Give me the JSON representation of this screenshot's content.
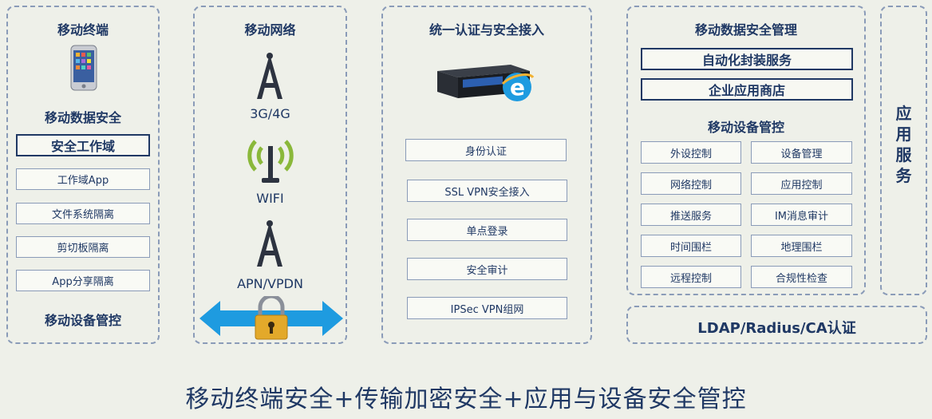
{
  "terminal": {
    "title": "移动终端",
    "data_security": "移动数据安全",
    "workspace": "安全工作域",
    "items": [
      "工作域App",
      "文件系统隔离",
      "剪切板隔离",
      "App分享隔离"
    ],
    "device_mgmt": "移动设备管控",
    "icon": "smartphone-icon"
  },
  "network": {
    "title": "移动网络",
    "items": [
      "3G/4G",
      "WIFI",
      "APN/VPDN"
    ],
    "icons": [
      "cell-tower-icon",
      "wifi-antenna-icon",
      "cell-tower-icon",
      "padlock-arrow-icon"
    ]
  },
  "auth": {
    "title": "统一认证与安全接入",
    "items": [
      "身份认证",
      "SSL VPN安全接入",
      "单点登录",
      "安全审计",
      "IPSec VPN组网"
    ],
    "icon": "server-browser-icon"
  },
  "mdm": {
    "title": "移动数据安全管理",
    "auto_wrap": "自动化封装服务",
    "app_store": "企业应用商店",
    "device_title": "移动设备管控",
    "grid": [
      "外设控制",
      "设备管理",
      "网络控制",
      "应用控制",
      "推送服务",
      "IM消息审计",
      "时间围栏",
      "地理围栏",
      "远程控制",
      "合规性检查"
    ]
  },
  "app_service": {
    "chars": [
      "应",
      "用",
      "服",
      "务"
    ]
  },
  "ldap": "LDAP/Radius/CA认证",
  "footer": "移动终端安全+传输加密安全+应用与设备安全管控"
}
